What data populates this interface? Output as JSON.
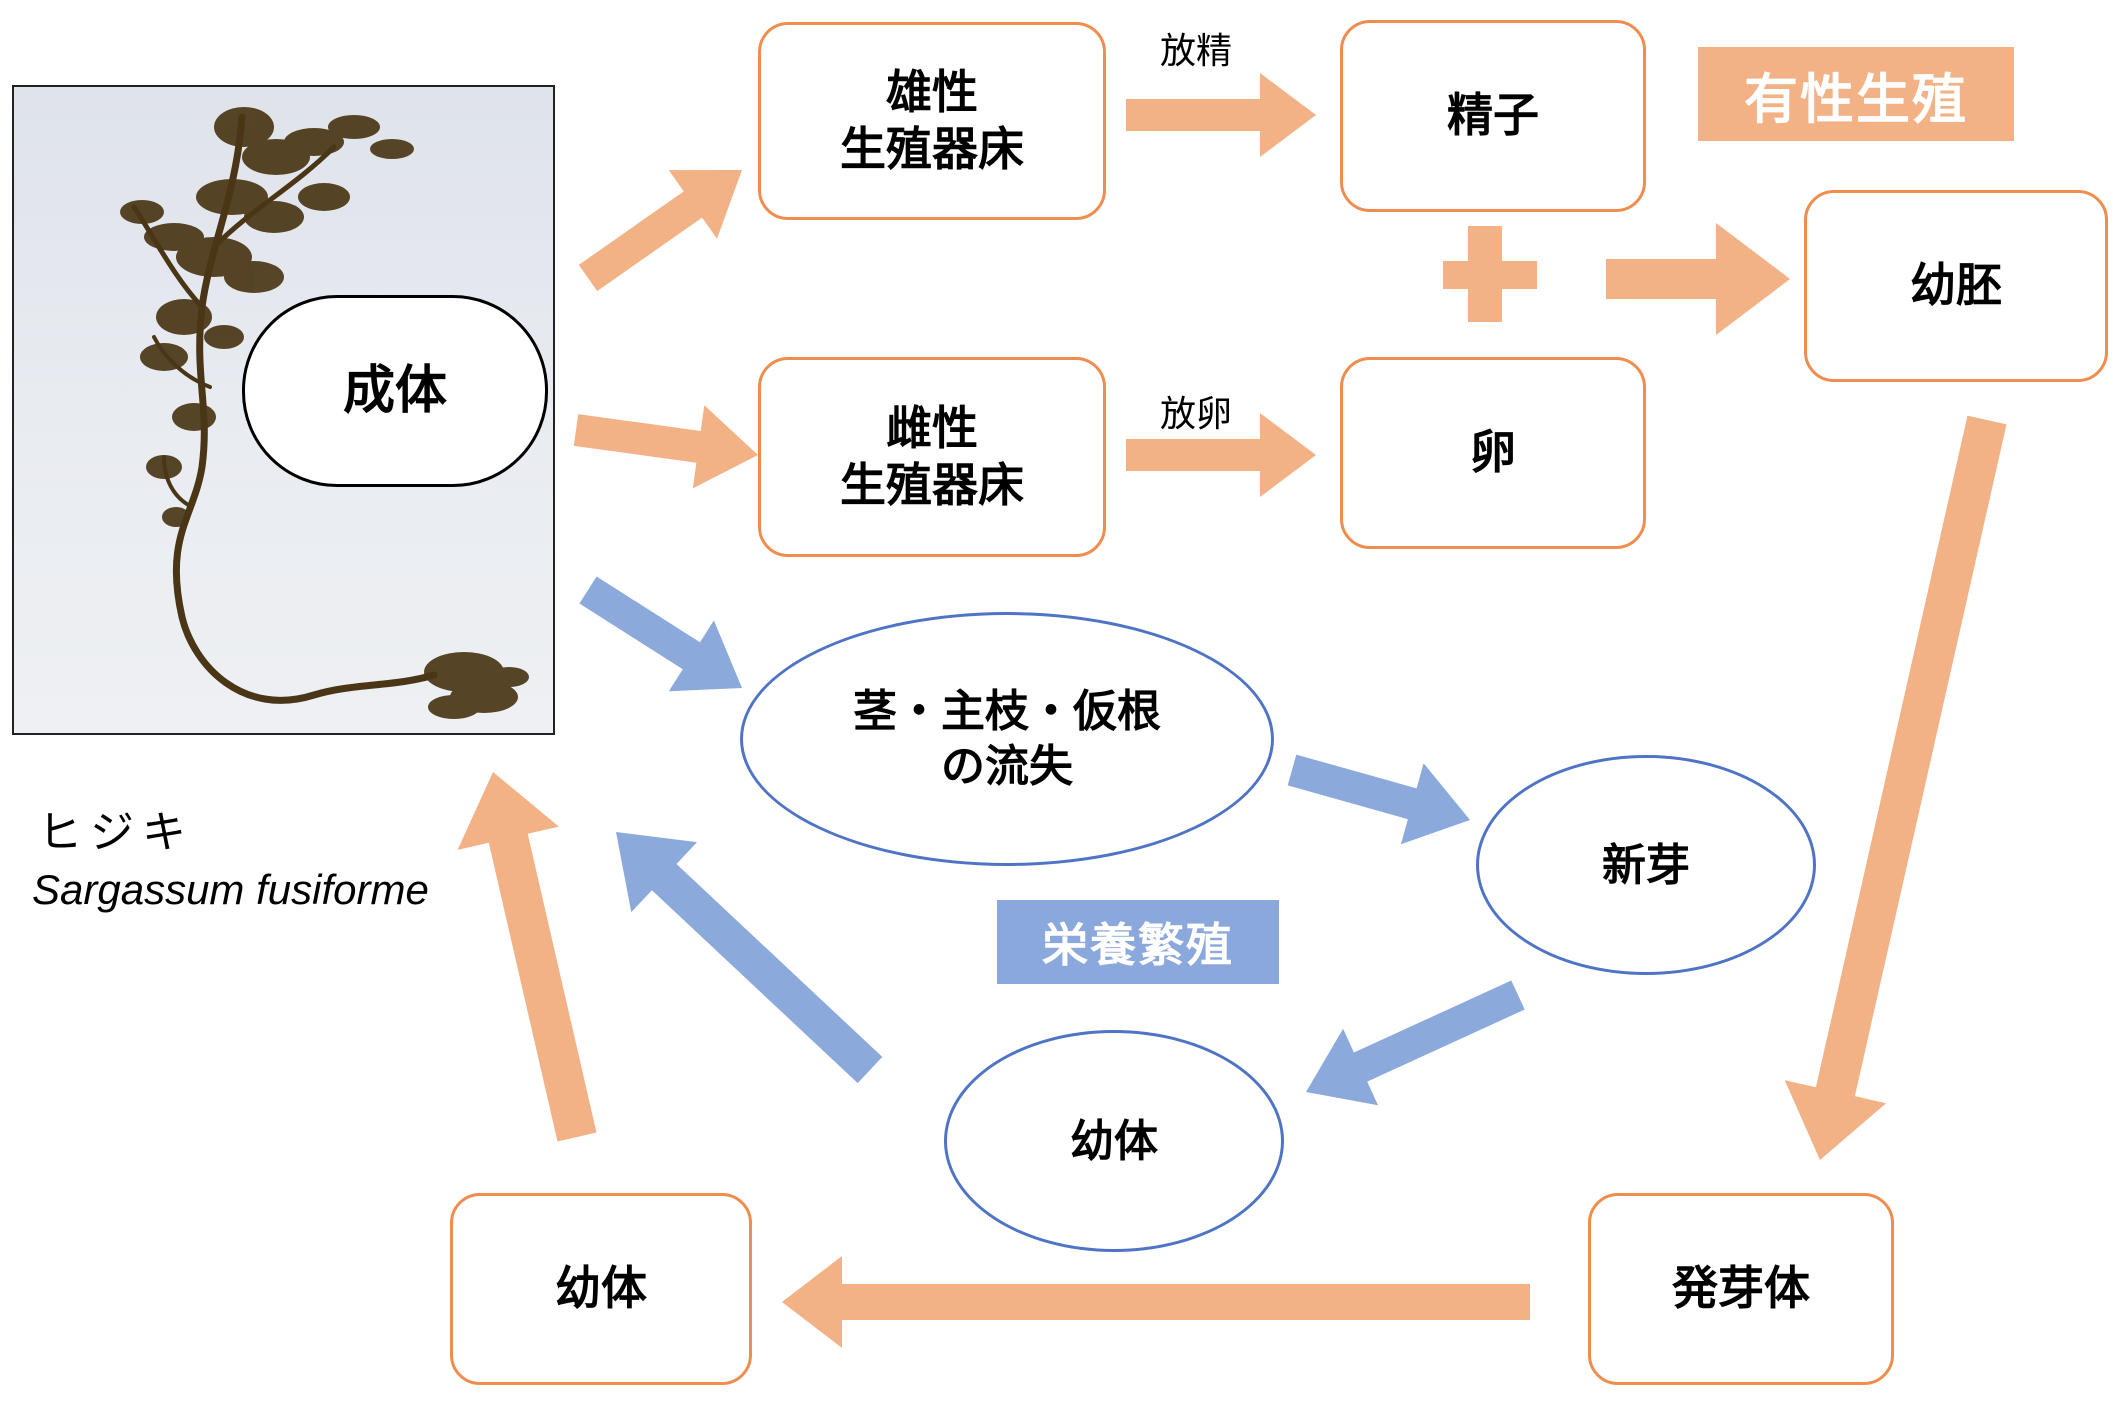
{
  "nodes": {
    "adult": "成体",
    "male_receptacle": "雄性\n生殖器床",
    "female_receptacle": "雌性\n生殖器床",
    "sperm": "精子",
    "egg": "卵",
    "embryo": "幼胚",
    "stem_loss": "茎・主枝・仮根\nの流失",
    "new_bud": "新芽",
    "young_vegetative": "幼体",
    "germling": "発芽体",
    "young_sexual": "幼体"
  },
  "edge_labels": {
    "sperm_release": "放精",
    "egg_release": "放卵"
  },
  "plus": "+",
  "cycle_labels": {
    "sexual": "有性生殖",
    "vegetative": "栄養繁殖"
  },
  "species": {
    "japanese": "ヒジキ",
    "scientific": "Sargassum fusiforme"
  },
  "colors": {
    "sexual_arrow": "#f3b186",
    "sexual_border": "#ef8d4e",
    "vegetative_arrow": "#8ca9dc",
    "vegetative_border": "#4f74c6",
    "seaweed": "#4a3616"
  }
}
